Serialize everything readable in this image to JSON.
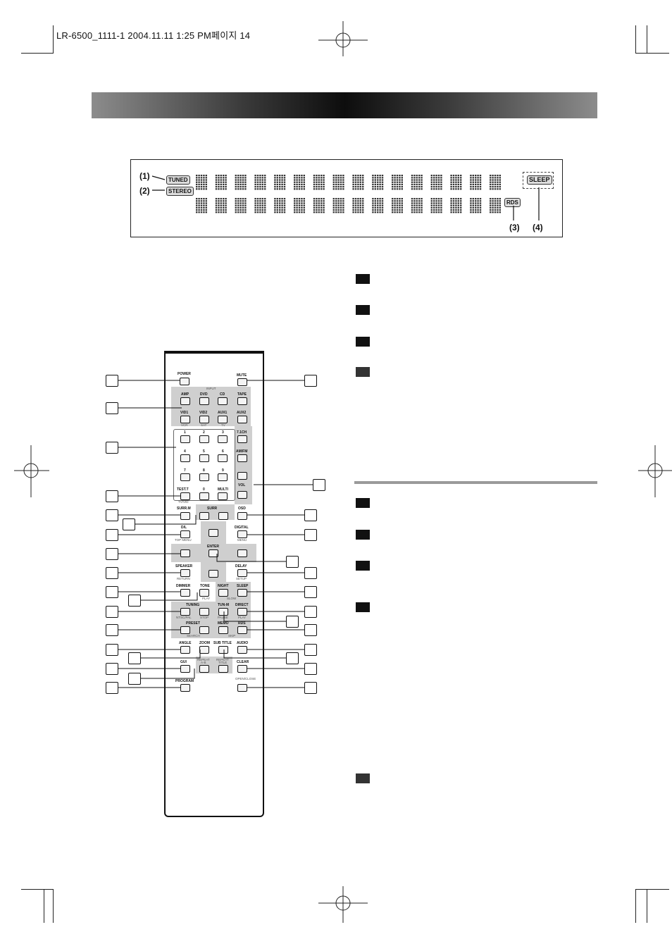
{
  "slug": "LR-6500_1111-1  2004.11.11 1:25 PM페이지 14",
  "display": {
    "label_1": "(1)",
    "label_2": "(2)",
    "label_3": "(3)",
    "label_4": "(4)",
    "tuned": "TUNED",
    "stereo": "STEREO",
    "rds": "RDS",
    "sleep": "SLEEP"
  },
  "remote": {
    "power": "POWER",
    "mute": "MUTE",
    "input": "INPUT",
    "amp": "AMP",
    "dvd": "DVD",
    "cd": "CD",
    "tape": "TAPE",
    "vid1": "VID1",
    "vid2": "VID2",
    "aux1": "AUX1",
    "aux2": "AUX2",
    "vcr": "VCR",
    "sat": "SAT",
    "tv": "TV",
    "n1": "1",
    "n2": "2",
    "n3": "3",
    "n4": "4",
    "n5": "5",
    "n6": "6",
    "n7": "7",
    "n8": "8",
    "n9": "9",
    "n0": "0",
    "ch71": "7.1CH",
    "amfm": "AM/FM",
    "vol": "VOL",
    "testt": "TEST.T",
    "tvvid": "TV/VID",
    "multi": "MULTI",
    "surrm": "SURR.M",
    "surr": "SURR",
    "osd": "OSD",
    "dl": "D/L",
    "topmenu": "TOP MENU",
    "digital": "DIGITAL",
    "menu": "MENU",
    "enter": "ENTER",
    "speaker": "SPEAKER",
    "return": "RETURN",
    "delay": "DELAY",
    "setup": "SETUP",
    "dimmer": "DIMMER",
    "tone": "TONE",
    "play": "PLAY",
    "night": "NIGHT",
    "sleep": "SLEEP",
    "slow": "SLOW",
    "tuning": "TUNING",
    "ntsc": "NTSC/PAL",
    "stop": "STOP",
    "tunm": "TUN-M",
    "pause": "PAUSE",
    "direct": "DIRECT",
    "play2": "PLAY",
    "preset": "PRESET",
    "search": "SEARCH",
    "memo": "MEMO",
    "rds": "RDS",
    "skip": "SKIP",
    "angle": "ANGLE",
    "zoom": "ZOOM",
    "subtitle": "SUB TITLE",
    "audio": "AUDIO",
    "gui": "GUI",
    "repeat": "REPEAT",
    "ab": "A-B",
    "repeat2": "REPEAT",
    "title": "TITLE",
    "clear": "CLEAR",
    "program": "PROGRAM",
    "openclose": "OPEN/CLOSE"
  }
}
